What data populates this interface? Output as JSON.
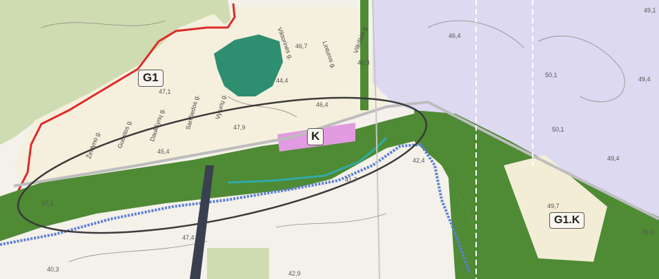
{
  "zones": {
    "g1": "G1",
    "k": "K",
    "g1k": "G1.K"
  },
  "streets": {
    "zeidyno": "Žeidyno g.",
    "guostos": "Guostos g.",
    "dauksynu": "Daukšynų g.",
    "sanziedos": "Sanžiedos g.",
    "vyturiu": "Vyturių g.",
    "viktorines": "Viktorinės g.",
    "linturos": "Linturos g.",
    "vilkiskio": "Vilkiškio g."
  },
  "elevations": [
    "47,1",
    "47,9",
    "45,4",
    "46,4",
    "44,4",
    "46,7",
    "46,3",
    "46,4",
    "50,1",
    "50,1",
    "49,4",
    "49,4",
    "49,7",
    "49,5",
    "49,1",
    "47,1",
    "42,4",
    "41,7",
    "47,4",
    "40,3",
    "42,9"
  ],
  "colors": {
    "residential": "#f5f0dd",
    "forest": "#4f8a35",
    "water_pond": "#2e8f70",
    "agricultural": "#d9d6ef",
    "green_meadow": "#cfdcb1",
    "commercial": "#e29ae0",
    "boundary_red": "#dd2a2a",
    "river_blue": "#5b7fd6",
    "study_ellipse": "#3a3a3a"
  }
}
